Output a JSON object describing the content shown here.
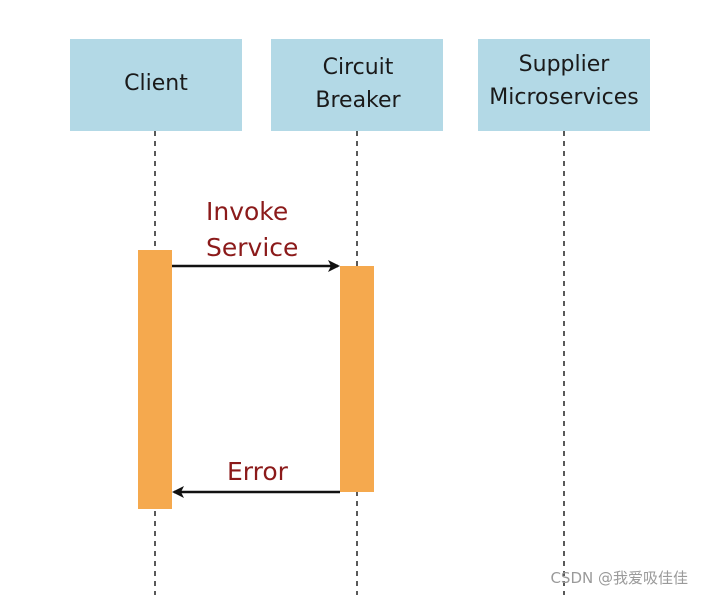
{
  "colors": {
    "participant_fill": "#b3d9e6",
    "activation_fill": "#f5a94e",
    "message_label": "#8b1a1a",
    "lifeline": "#222222",
    "arrow": "#111111",
    "watermark": "#9a9a9a"
  },
  "participants": [
    {
      "id": "client",
      "lines": [
        "Client"
      ]
    },
    {
      "id": "circuit-breaker",
      "lines": [
        "Circuit",
        "Breaker"
      ]
    },
    {
      "id": "supplier-microservices",
      "lines": [
        "Supplier",
        "Microservices"
      ]
    }
  ],
  "messages": [
    {
      "id": "invoke-service",
      "from": "client",
      "to": "circuit-breaker",
      "lines": [
        "Invoke",
        "Service"
      ]
    },
    {
      "id": "error",
      "from": "circuit-breaker",
      "to": "client",
      "lines": [
        "Error"
      ]
    }
  ],
  "watermark": "CSDN @我爱吸佳佳"
}
